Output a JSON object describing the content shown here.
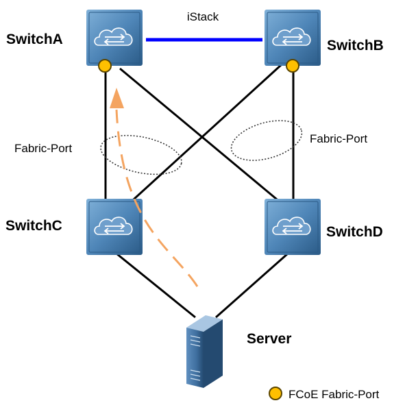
{
  "diagram": {
    "nodes": {
      "switch_a": {
        "label": "SwitchA",
        "kind": "switch"
      },
      "switch_b": {
        "label": "SwitchB",
        "kind": "switch"
      },
      "switch_c": {
        "label": "SwitchC",
        "kind": "switch"
      },
      "switch_d": {
        "label": "SwitchD",
        "kind": "switch"
      },
      "server": {
        "label": "Server",
        "kind": "server"
      }
    },
    "links": [
      {
        "from": "switch_a",
        "to": "switch_b",
        "label": "iStack",
        "style": "stack"
      },
      {
        "from": "switch_a",
        "to": "switch_c",
        "style": "physical"
      },
      {
        "from": "switch_a",
        "to": "switch_d",
        "style": "physical"
      },
      {
        "from": "switch_b",
        "to": "switch_c",
        "style": "physical"
      },
      {
        "from": "switch_b",
        "to": "switch_d",
        "style": "physical"
      },
      {
        "from": "switch_c",
        "to": "server",
        "style": "physical"
      },
      {
        "from": "switch_d",
        "to": "server",
        "style": "physical"
      }
    ],
    "annotations": {
      "fabric_port_left": "Fabric-Port",
      "fabric_port_right": "Fabric-Port"
    },
    "flow": {
      "from": "server",
      "to": "switch_a",
      "style": "dashed-arrow"
    },
    "legend": {
      "label": "FCoE Fabric-Port",
      "symbol": "circle"
    },
    "colors": {
      "stack_link": "#0000ff",
      "link": "#000000",
      "flow_arrow": "#f4a460",
      "fcoe_port_fill": "#ffc000",
      "fcoe_port_stroke": "#5a4500",
      "switch_body": "#2f5f8a",
      "switch_light": "#6a9ccc"
    }
  }
}
